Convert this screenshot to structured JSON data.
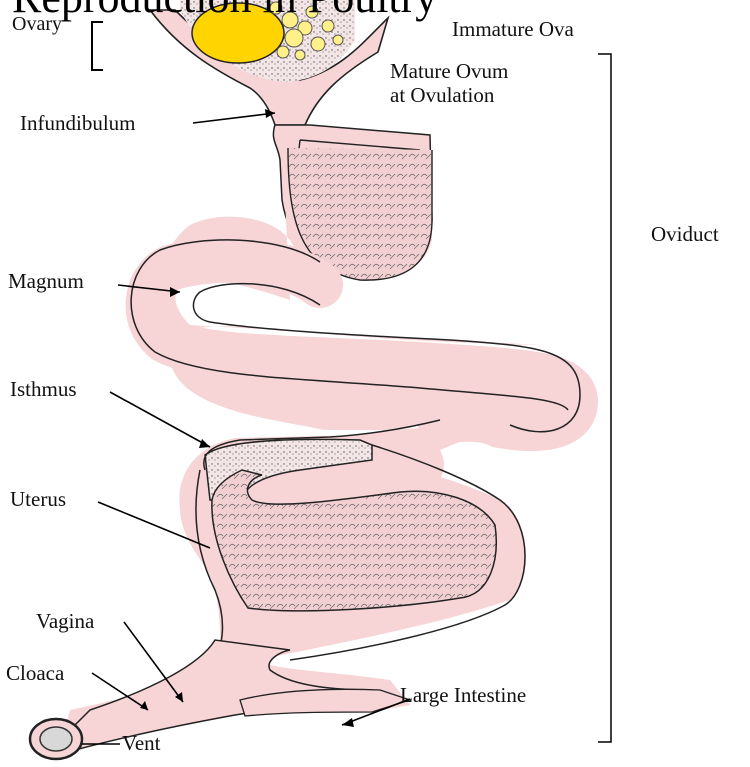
{
  "title": "Reproduction in Poultry",
  "labels": {
    "ovary": "Ovary",
    "immature_ova": "Immature Ova",
    "mature_ovum": "Mature Ovum at Ovulation",
    "mature_ovum_line1": "Mature Ovum",
    "mature_ovum_line2": "at Ovulation",
    "infundibulum": "Infundibulum",
    "oviduct": "Oviduct",
    "magnum": "Magnum",
    "isthmus": "Isthmus",
    "uterus": "Uterus",
    "vagina": "Vagina",
    "cloaca": "Cloaca",
    "large_intestine": "Large Intestine",
    "vent": "Vent"
  },
  "colors": {
    "tube_fill": "#f7d4d6",
    "outline": "#222222",
    "yolk": "#ffd400",
    "ova": "#fff08a",
    "texture": "#444444"
  }
}
